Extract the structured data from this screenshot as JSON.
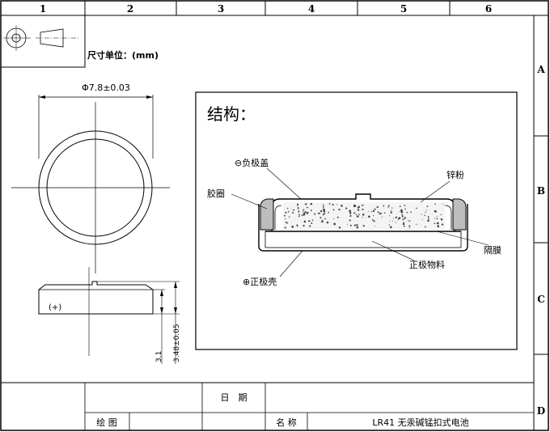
{
  "frame": {
    "columns": [
      "1",
      "2",
      "3",
      "4",
      "5",
      "6"
    ],
    "rows": [
      "A",
      "B",
      "C",
      "D"
    ]
  },
  "units_note": "尺寸单位：(mm)",
  "dimensions": {
    "diameter": "Φ7.8±0.03",
    "height_total": "3.48±0.05",
    "height_body": "3.1",
    "polarity_mark": "(+)"
  },
  "structure": {
    "title": "结构：",
    "labels": {
      "negative_cap": "⊖负极盖",
      "gasket": "胶圈",
      "zinc_powder": "锌粉",
      "separator": "隔膜",
      "cathode_material": "正极物料",
      "positive_can": "⊕正极壳"
    }
  },
  "title_block": {
    "date_label": "日　期",
    "drawn_label": "绘 图",
    "name_label": "名 称",
    "name_value": "LR41 无汞碱锰扣式电池"
  },
  "colors": {
    "line": "#000000",
    "background": "#ffffff",
    "speckle": "#444444"
  }
}
